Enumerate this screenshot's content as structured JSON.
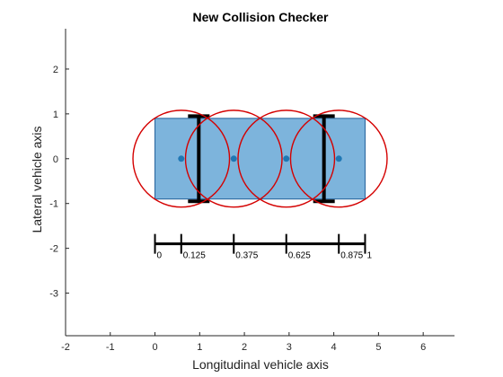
{
  "chart_data": {
    "type": "scatter",
    "title": "New Collision Checker",
    "xlabel": "Longitudinal vehicle axis",
    "ylabel": "Lateral vehicle axis",
    "xlim": [
      -2,
      6.7
    ],
    "ylim": [
      -3.95,
      2.9
    ],
    "xticks": [
      -2,
      -1,
      0,
      1,
      2,
      3,
      4,
      5,
      6
    ],
    "yticks": [
      -3,
      -2,
      -1,
      0,
      1,
      2
    ],
    "grid": false,
    "vehicle_body": {
      "x_min": 0,
      "x_max": 4.7,
      "y_min": -0.9,
      "y_max": 0.9,
      "fill_color": "#7db4dc",
      "edge_color": "#1f5f99"
    },
    "circles": {
      "radius": 1.08,
      "centers_x": [
        0.5875,
        1.7625,
        2.9375,
        4.1125
      ],
      "center_y": 0,
      "edge_color": "#d40000",
      "center_color": "#1f77b4"
    },
    "axles": [
      {
        "x": 0.98,
        "y_min": -0.95,
        "y_max": 0.95
      },
      {
        "x": 3.78,
        "y_min": -0.95,
        "y_max": 0.95
      }
    ],
    "scale_bar": {
      "y": -1.9,
      "x_start": 0,
      "x_end": 4.7,
      "ticks_x": [
        0,
        0.5875,
        1.7625,
        2.9375,
        4.1125,
        4.7
      ],
      "labels": [
        {
          "x": 0,
          "text": "0"
        },
        {
          "x": 0.5875,
          "text": "0.125"
        },
        {
          "x": 1.7625,
          "text": "0.375"
        },
        {
          "x": 2.9375,
          "text": "0.625"
        },
        {
          "x": 4.1125,
          "text": "0.875"
        },
        {
          "x": 4.7,
          "text": "1"
        }
      ]
    }
  }
}
